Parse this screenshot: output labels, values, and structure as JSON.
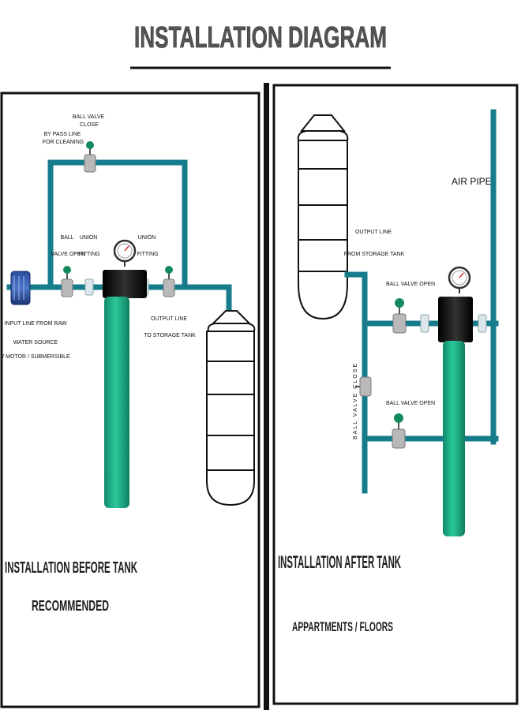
{
  "page_title": "INSTALLATION DIAGRAM",
  "left_panel": {
    "heading_line1": "INSTALLATION BEFORE TANK",
    "heading_line2": "RECOMMENDED",
    "labels": {
      "ball_valve_close": [
        "BALL VALVE",
        "CLOSE"
      ],
      "by_pass_line": [
        "BY PASS LINE",
        "FOR CLEANING"
      ],
      "ball_valve_open": [
        "BALL",
        "VALVE OPEN"
      ],
      "union_fitting_1": [
        "UNION",
        "FITTING"
      ],
      "union_fitting_2": [
        "UNION",
        "FITTING"
      ],
      "input_line": [
        "INPUT LINE FROM RAW",
        "WATER SOURCE",
        "/ MOTOR / SUBMERSIBLE"
      ],
      "output_line": [
        "OUTPUT LINE",
        "TO STORAGE TANK"
      ]
    }
  },
  "right_panel": {
    "heading_line1": "INSTALLATION AFTER TANK",
    "heading_line2": "APPARTMENTS / FLOORS",
    "labels": {
      "air_pipe": "AIR PIPE",
      "output_line": [
        "OUTPUT LINE",
        "FROM STORAGE TANK"
      ],
      "ball_valve_open_top": "BALL VALVE OPEN",
      "ball_valve_open_bottom": "BALL VALVE OPEN",
      "ball_valve_close_vertical": "BALL VALVE CLOSE"
    }
  },
  "colors": {
    "pipe": "#167c8c",
    "filter": "#1fb38a",
    "valve_handle": "#138a5c",
    "border": "#111111"
  }
}
